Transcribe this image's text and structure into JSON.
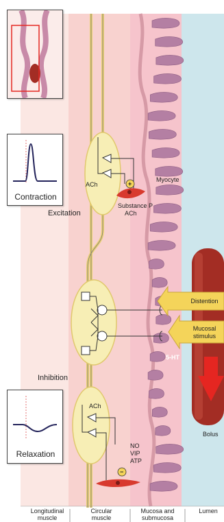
{
  "colors": {
    "longitudinal_band": "#fbe7e3",
    "circular_band": "#f8d2cf",
    "mucosa_band": "#f6c4cc",
    "lumen": "#cde6ec",
    "villi": "#b47fa3",
    "ganglion": "#f7eeb5",
    "nerve": "#e9cf72",
    "bolus": "#a32d24",
    "arrow": "#f4d45a",
    "myocyte": "#d83a2e",
    "red_arrow": "#e52621"
  },
  "panels": {
    "contraction_label": "Contraction",
    "relaxation_label": "Relaxation"
  },
  "labels": {
    "excitation": "Excitation",
    "inhibition": "Inhibition",
    "ach_top": "ACh",
    "ach_bottom": "ACh",
    "myocyte": "Myocyte",
    "substance_p": "Substance P",
    "ach_release": "ACh",
    "plus_sign": "+",
    "minus_sign": "−",
    "no": "NO",
    "vip": "VIP",
    "atp": "ATP",
    "distention": "Distention",
    "mucosal_stimulus_1": "Mucosal",
    "mucosal_stimulus_2": "stimulus",
    "ht5": "5-HT",
    "bolus": "Bolus"
  },
  "bottom_labels": {
    "longitudinal_1": "Longitudinal",
    "longitudinal_2": "muscle",
    "circular_1": "Circular",
    "circular_2": "muscle",
    "mucosa_1": "Mucosa and",
    "mucosa_2": "submucosa",
    "lumen": "Lumen"
  }
}
